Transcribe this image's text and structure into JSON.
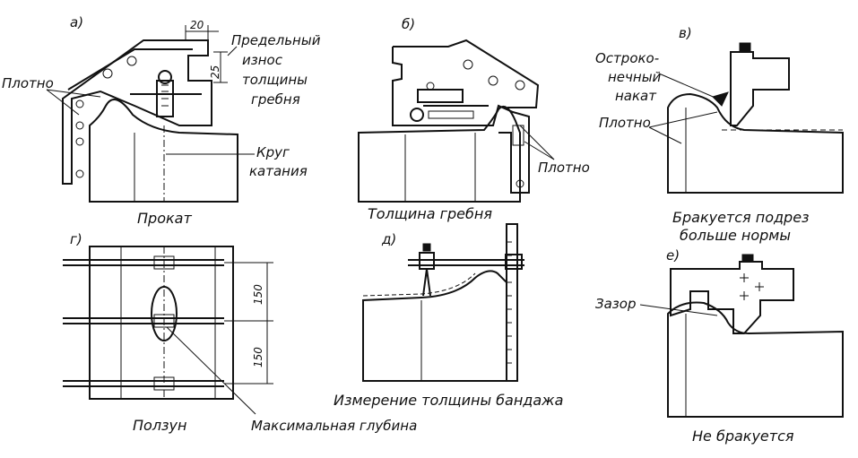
{
  "figure": {
    "panels": {
      "a": {
        "letter": "а)",
        "caption": "Прокат",
        "dim_top": "20",
        "dim_side": "25",
        "wear_label": [
          "Предельный",
          "износ",
          "толщины",
          "гребня"
        ],
        "tight_label": "Плотно",
        "circle_label": [
          "Круг",
          "катания"
        ]
      },
      "b": {
        "letter": "б)",
        "caption": "Толщина гребня",
        "tight_label": "Плотно"
      },
      "v": {
        "letter": "в)",
        "roll_label": [
          "Остроко-",
          "нечный",
          "накат"
        ],
        "tight_label": "Плотно",
        "caption": [
          "Бракуется подрез",
          "больше нормы"
        ]
      },
      "g": {
        "letter": "г)",
        "caption": "Ползун",
        "dim_upper": "150",
        "dim_lower": "150",
        "depth_label": "Максимальная глубина"
      },
      "d": {
        "letter": "д)",
        "caption": "Измерение толщины бандажа"
      },
      "e": {
        "letter": "е)",
        "gap_label": "Зазор",
        "caption": "Не бракуется"
      }
    }
  }
}
